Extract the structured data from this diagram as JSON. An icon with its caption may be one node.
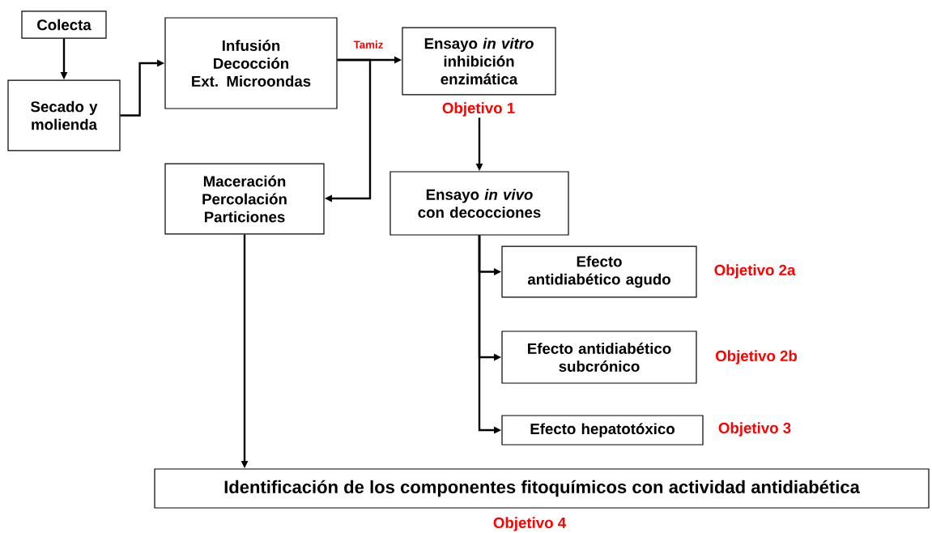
{
  "diagram": {
    "nodes": [
      {
        "text": [
          "Colecta"
        ]
      },
      {
        "text": [
          "Secado y molienda"
        ]
      },
      {
        "text": [
          "Infusión",
          "Decocción",
          "Ext.  Microondas"
        ]
      },
      {
        "text": [
          "Ensayo *in vitro* inhibición enzimática"
        ],
        "beside": [
          "Objetivo 1"
        ]
      },
      {
        "text": [
          "Maceración",
          "Percolación",
          "Particiones"
        ]
      },
      {
        "text": [
          "Ensayo *in vivo* con decocciones"
        ]
      },
      {
        "text": [
          "Efecto antidiabético agudo"
        ],
        "beside": [
          "Objetivo 2a"
        ]
      },
      {
        "text": [
          "Efecto antidiabético subcrónico"
        ],
        "beside": [
          "Objetivo 2b"
        ]
      },
      {
        "text": [
          "Efecto hepatotóxico"
        ],
        "beside": [
          "Objetivo 3"
        ]
      },
      {
        "text": [
          "Identificación de los componentes fitoquímicos con actividad antidiabética"
        ],
        "beside": [
          "Objetivo 4"
        ]
      }
    ],
    "edges": [
      {
        "from": 0,
        "to": 1,
        "arrow": "to"
      },
      {
        "from": 1,
        "to": 2,
        "arrow": "to"
      },
      {
        "from": 2,
        "to": 3,
        "arrow": "to",
        "label": "Tamiz"
      },
      {
        "from": 2,
        "to": 4,
        "arrow": "to"
      },
      {
        "from": 3,
        "to": 5,
        "arrow": "to"
      },
      {
        "from": 4,
        "to": 9,
        "arrow": "to"
      },
      {
        "from": 5,
        "to": 6,
        "arrow": "to"
      },
      {
        "from": 5,
        "to": 7,
        "arrow": "to"
      },
      {
        "from": 5,
        "to": 8,
        "arrow": "to"
      }
    ]
  }
}
